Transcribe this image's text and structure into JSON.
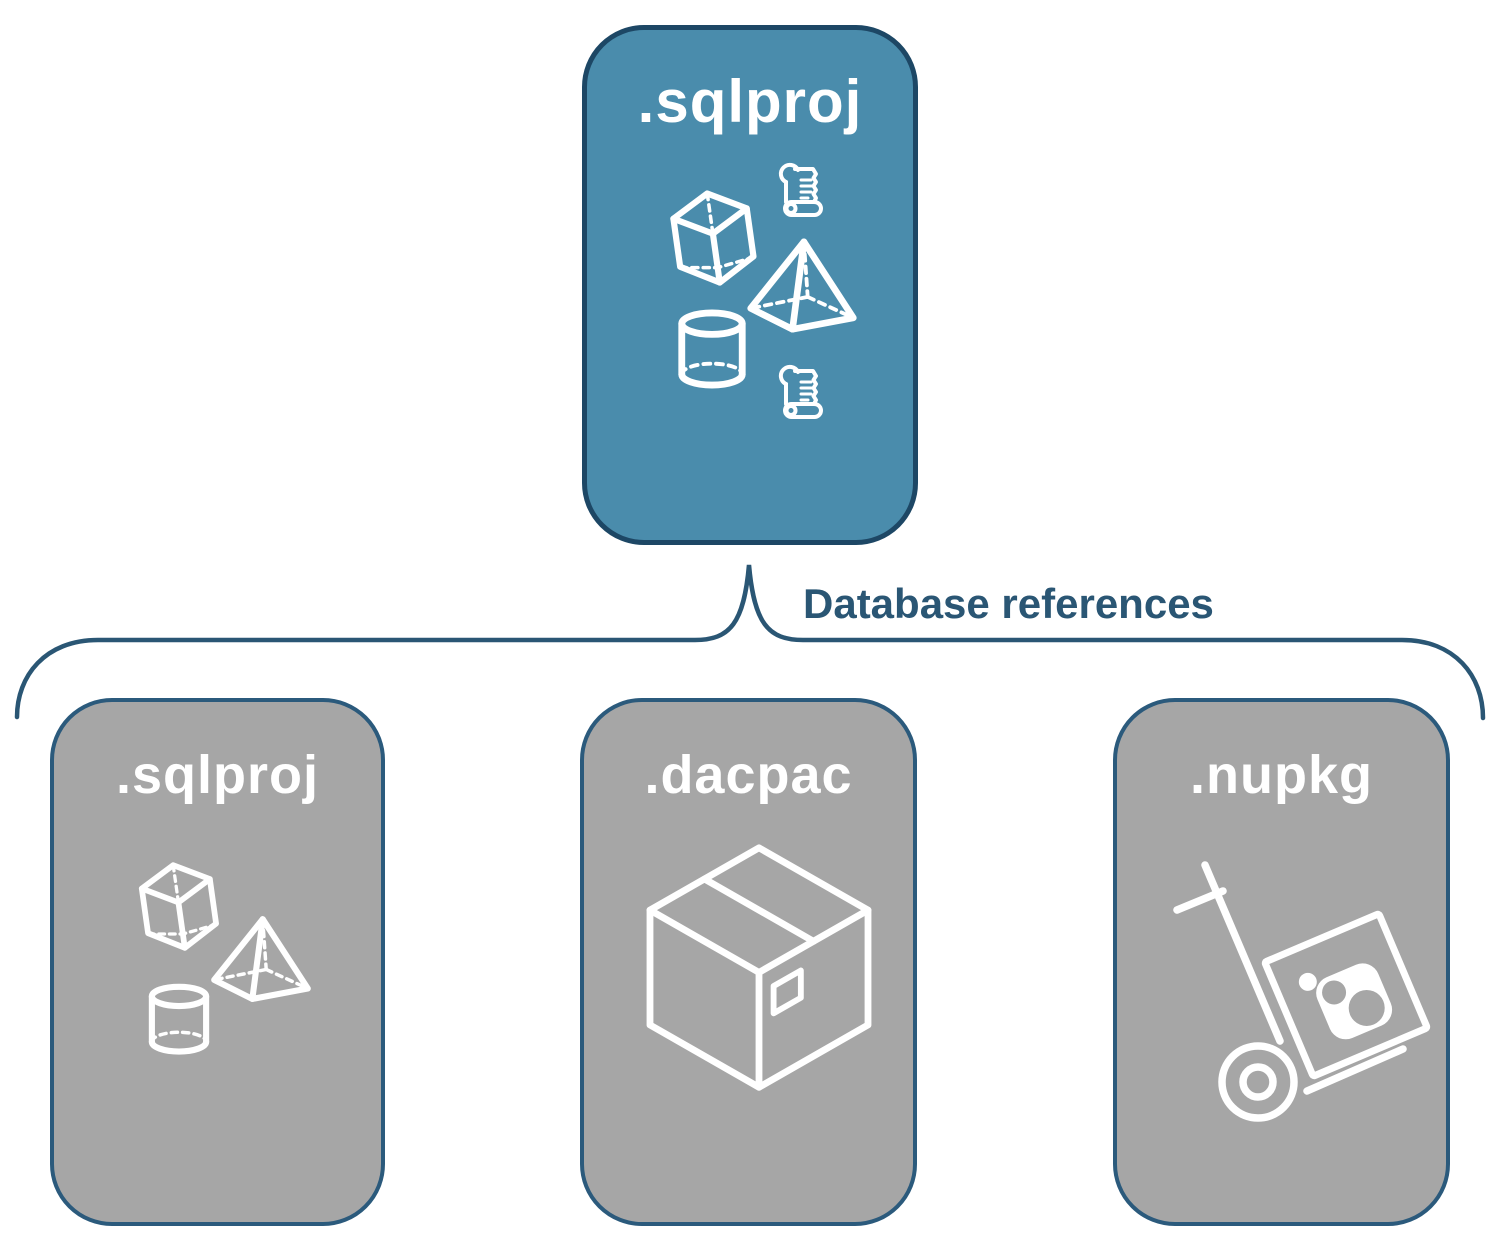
{
  "colors": {
    "accent_teal": "#4A8CAC",
    "teal_border": "#1D4765",
    "gray_fill": "#A6A6A6",
    "gray_border": "#2B5A7C",
    "line_blue": "#2A5674",
    "icon_white": "#FFFFFF"
  },
  "root_box": {
    "label": ".sqlproj",
    "icons": [
      "cube-icon",
      "script-scroll-icon",
      "pyramid-icon",
      "cylinder-icon",
      "script-scroll-icon"
    ]
  },
  "connector": {
    "label": "Database references"
  },
  "child_boxes": [
    {
      "label": ".sqlproj",
      "icons": [
        "cube-icon",
        "pyramid-icon",
        "cylinder-icon"
      ]
    },
    {
      "label": ".dacpac",
      "icons": [
        "package-box-icon"
      ]
    },
    {
      "label": ".nupkg",
      "icons": [
        "nuget-handtruck-icon"
      ]
    }
  ]
}
